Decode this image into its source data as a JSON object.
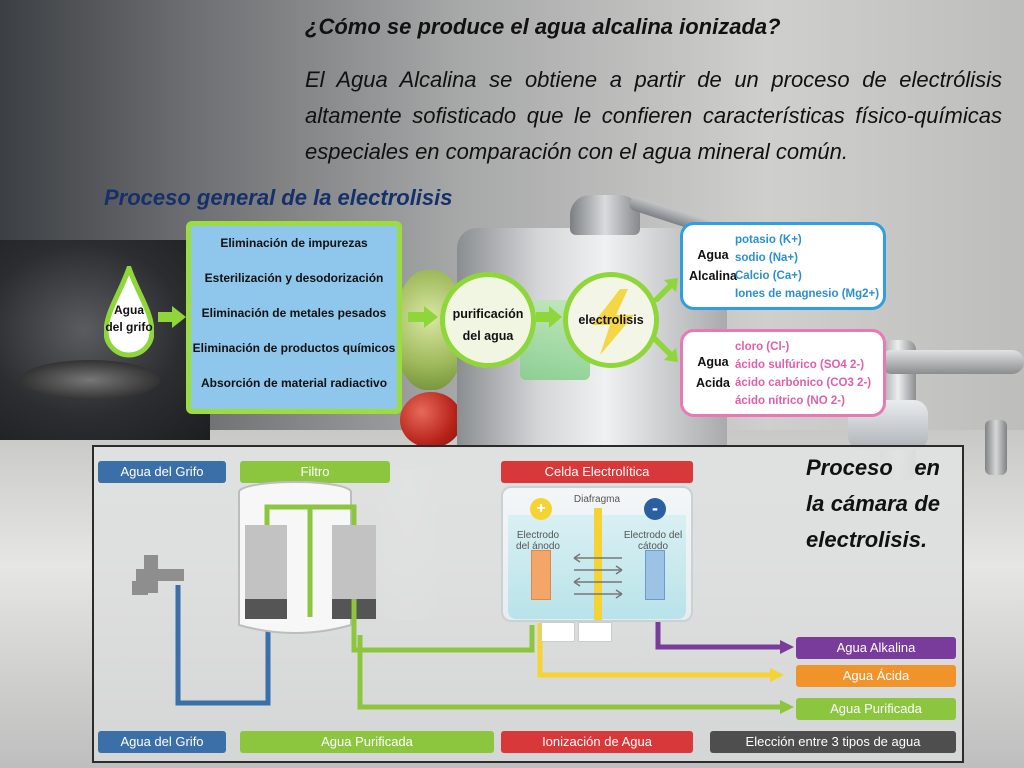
{
  "intro": {
    "title": "¿Cómo se produce el agua alcalina ionizada?",
    "text": "El Agua  Alcalina se obtiene a partir de un proceso de electrólisis altamente sofisticado que le confieren características físico-químicas especiales en comparación con el agua mineral común."
  },
  "general": {
    "title": "Proceso general de la electrolisis",
    "source": "Agua del grifo",
    "steps": [
      "Eliminación de impurezas",
      "Esterilización y desodorización",
      "Eliminación de metales pesados",
      "Eliminación de productos químicos",
      "Absorción de material radiactivo"
    ],
    "purification": "purificación del agua",
    "electrolysis": "electrolisis",
    "alkaline": {
      "label": "Agua Alcalina",
      "ions": [
        "potasio (K+)",
        "sodio (Na+)",
        "Calcio (Ca+)",
        "Iones de magnesio (Mg2+)"
      ]
    },
    "acid": {
      "label": "Agua Acida",
      "ions": [
        "cloro (Cl-)",
        "ácido sulfúrico (SO4 2-)",
        "ácido carbónico (CO3 2-)",
        "ácido nítrico (NO 2-)"
      ]
    }
  },
  "chamber": {
    "title": "Proceso en la cámara de electrolisis.",
    "tags": {
      "tap_top": "Agua del Grifo",
      "filter": "Filtro",
      "cell": "Celda Electrolítica",
      "diaphragm": "Diafragma",
      "anode": "Electrodo del ánodo",
      "cathode": "Electrodo del cátodo",
      "plus": "+",
      "minus": "-",
      "out_alkaline": "Agua Alkalina",
      "out_acid": "Agua Ácida",
      "out_purified": "Agua Purificada",
      "tap_bottom": "Agua del Grifo",
      "purified_bottom": "Agua Purificada",
      "ionization": "Ionización de Agua",
      "choice": "Elección entre 3 tipos de agua"
    }
  },
  "colors": {
    "green": "#8cc63f",
    "blue": "#3b6fa7",
    "red": "#d8383a",
    "purple": "#7a3c9a",
    "orange": "#f0932a",
    "yellow": "#f5d334",
    "cyan_border": "#2f9fe0",
    "pink_border": "#e779b6"
  }
}
